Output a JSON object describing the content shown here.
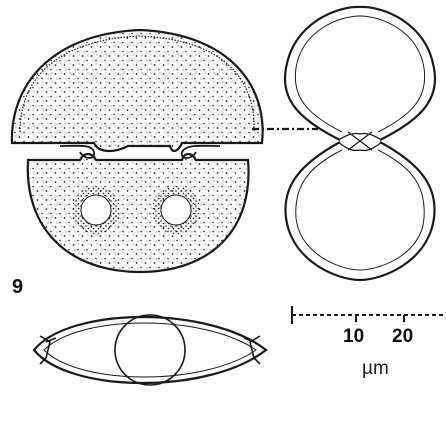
{
  "figure": {
    "label": "9",
    "scale_bar": {
      "ticks": [
        "10",
        "20"
      ],
      "unit": "µm"
    }
  },
  "colors": {
    "ink": "#1a1a1a",
    "background": "#ffffff"
  }
}
